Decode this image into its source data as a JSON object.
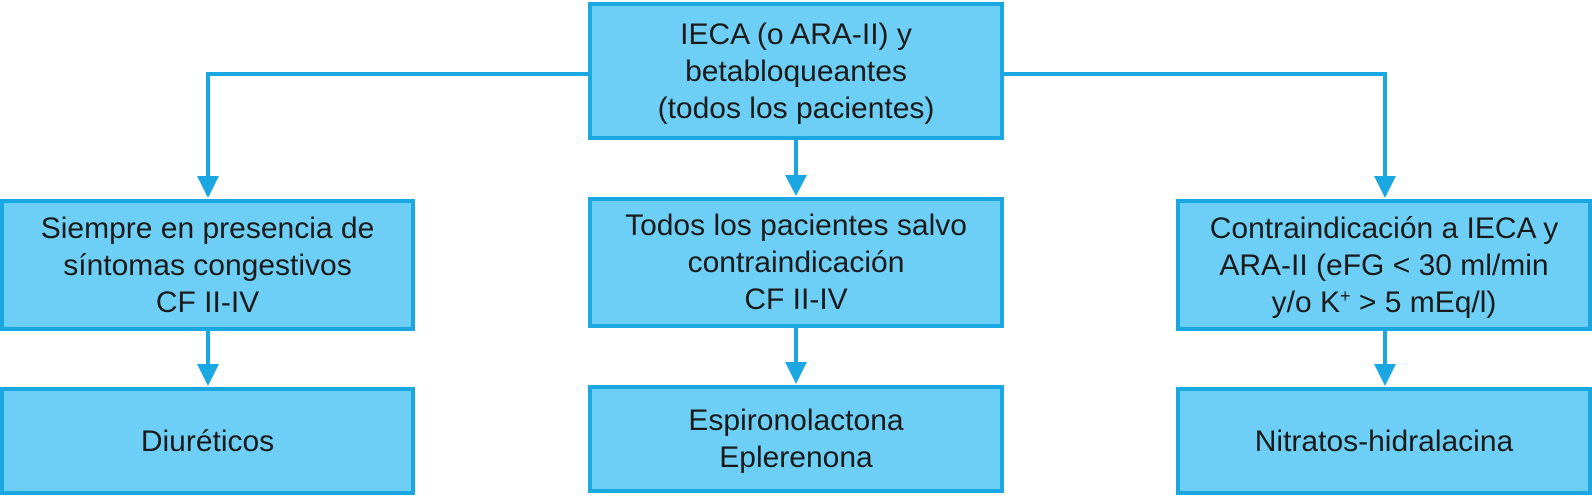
{
  "colors": {
    "box_fill": "#6ecff6",
    "box_border": "#1aa7e2",
    "connector": "#1aa7e2",
    "text": "#1a1a1a"
  },
  "nodes": {
    "top": [
      "IECA (o ARA-II) y",
      "betabloqueantes",
      "(todos los pacientes)"
    ],
    "left": [
      "Siempre en presencia de",
      "síntomas congestivos",
      "CF II-IV"
    ],
    "middle": [
      "Todos los pacientes salvo",
      "contraindicación",
      "CF II-IV"
    ],
    "right": {
      "line1": "Contraindicación a IECA y",
      "line2": "ARA-II (eFG < 30 ml/min",
      "line3_a": "y/o K",
      "line3_sup": "+",
      "line3_b": " > 5 mEq/l)"
    },
    "left_result": [
      "Diuréticos"
    ],
    "middle_result": [
      "Espironolactona",
      "Eplerenona"
    ],
    "right_result": [
      "Nitratos-hidralacina"
    ]
  }
}
